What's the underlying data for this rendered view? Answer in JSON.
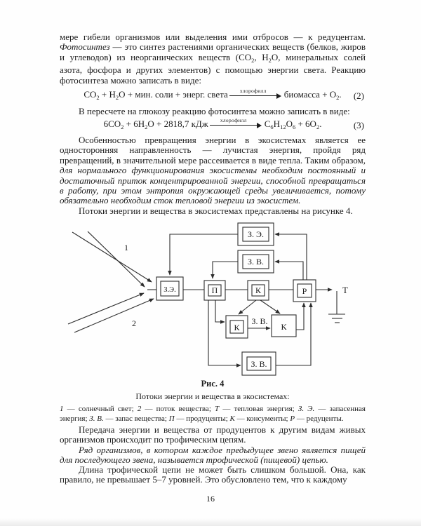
{
  "colors": {
    "text": "#1c1c1c",
    "line": "#2d2d2d",
    "background": "#fefefe"
  },
  "body": {
    "p1_runs": [
      {
        "t": "мере гибели организмов или выделения ими отбросов — к редуцентам. "
      },
      {
        "t": "Фотосинтез",
        "s": "i"
      },
      {
        "t": " — это синтез растениями органических веществ (белков, жиров и углеводов) из неорганических веществ (CO"
      },
      {
        "t": "2",
        "s": "sub"
      },
      {
        "t": ", H"
      },
      {
        "t": "2",
        "s": "sub"
      },
      {
        "t": "O, минеральных солей азота, фосфора и других элементов) с помощью энергии света. Реакцию фотосинтеза можно записать в виде:"
      }
    ],
    "eq2_runs": [
      {
        "t": "CO"
      },
      {
        "t": "2",
        "s": "sub"
      },
      {
        "t": " + H"
      },
      {
        "t": "2",
        "s": "sub"
      },
      {
        "t": "O + мин. соли + энерг. света"
      },
      {
        "t": "хлорофилл",
        "s": "arrow"
      },
      {
        "t": "биомасса + O"
      },
      {
        "t": "2",
        "s": "sub"
      },
      {
        "t": "."
      }
    ],
    "eq2_number": "(2)",
    "p2": "В пересчете на глюкозу реакцию фотосинтеза можно записать в виде:",
    "eq3_runs": [
      {
        "t": "6CO"
      },
      {
        "t": "2",
        "s": "sub"
      },
      {
        "t": " + 6H"
      },
      {
        "t": "2",
        "s": "sub"
      },
      {
        "t": "O + 2818,7 кДж"
      },
      {
        "t": "хлорофилл",
        "s": "arrow"
      },
      {
        "t": "C"
      },
      {
        "t": "6",
        "s": "sub"
      },
      {
        "t": "H"
      },
      {
        "t": "12",
        "s": "sub"
      },
      {
        "t": "O"
      },
      {
        "t": "6",
        "s": "sub"
      },
      {
        "t": " + 6O"
      },
      {
        "t": "2",
        "s": "sub"
      },
      {
        "t": "."
      }
    ],
    "eq3_number": "(3)",
    "p3_runs": [
      {
        "t": "Особенностью превращения энергии в экосистемах является ее односторонняя направленность — лучистая энергия, пройдя ряд превращений, в значительной мере рассеивается в виде тепла. Таким образом, "
      },
      {
        "t": "для нормального функционирования экосистемы необходим постоянный и достаточный приток концентрированной энергии, способной превращаться в работу, при этом энтропия окружающей среды увеличивается, потому обязательно необходим сток тепловой энергии из экосистем.",
        "s": "i"
      }
    ],
    "p4": "Потоки энергии и вещества в экосистемах представлены на рисунке 4.",
    "p5": "Передача энергии и вещества от продуцентов к другим видам живых организмов происходит по трофическим цепям.",
    "p6_runs": [
      {
        "t": "Ряд организмов, в котором каждое предыдущее звено является пищей для последующего звена, называется трофической (пищевой) цепью.",
        "s": "i"
      }
    ],
    "p7": "Длина трофической цепи не может быть слишком большой. Она, как правило, не превышает 5–7 уровней. Это обусловлено тем, что к каждому"
  },
  "figure": {
    "caption": "Рис. 4",
    "subtitle": "Потоки энергии и вещества в экосистемах:",
    "legend_runs": [
      {
        "t": "1",
        "s": "i"
      },
      {
        "t": " — солнечный свет; "
      },
      {
        "t": "2",
        "s": "i"
      },
      {
        "t": " — поток вещества; "
      },
      {
        "t": "Т",
        "s": "i"
      },
      {
        "t": " — тепловая энергия; "
      },
      {
        "t": "З. Э.",
        "s": "i"
      },
      {
        "t": " — запасенная энергия; "
      },
      {
        "t": "З. В.",
        "s": "i"
      },
      {
        "t": " — запас вещества; "
      },
      {
        "t": "П",
        "s": "i"
      },
      {
        "t": " — продуценты; "
      },
      {
        "t": "К",
        "s": "i"
      },
      {
        "t": " — консументы; "
      },
      {
        "t": "Р",
        "s": "i"
      },
      {
        "t": " — редуценты."
      }
    ],
    "diagram": {
      "stored_energy_top": "З. Э.",
      "stored_matter_top": "З. В.",
      "stored_energy_input": "З.Э.",
      "producers": "П",
      "consumers": "К",
      "reducers": "Р",
      "consumers_second": "К",
      "consumers_third": "К",
      "stored_matter_chain": "З. В.",
      "stored_matter_bottom": "З. В.",
      "sunlight_label": "1",
      "matter_flow_label": "2",
      "heat_label": "Т"
    }
  },
  "footer": {
    "page_number": "16"
  }
}
